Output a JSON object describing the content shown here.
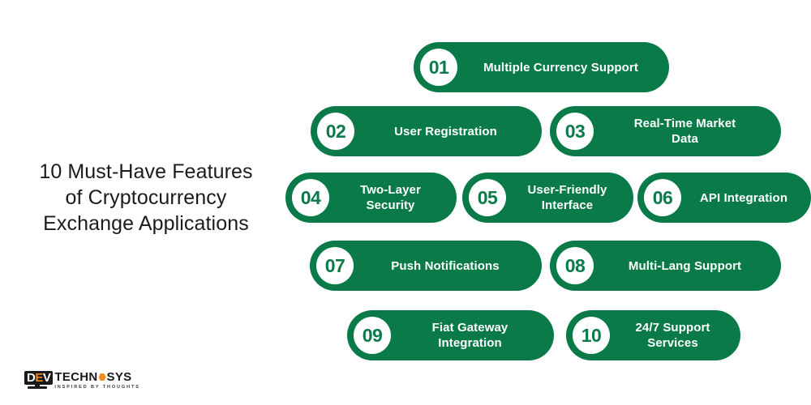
{
  "page": {
    "background_color": "#ffffff",
    "accent_color": "#0a7a48",
    "title_color": "#1b1b1b"
  },
  "title": {
    "line1": "10 Must-Have Features",
    "line2": "of Cryptocurrency",
    "line3": "Exchange Applications"
  },
  "features": [
    {
      "number": "01",
      "label_line1": "Multiple Currency Support",
      "label_line2": ""
    },
    {
      "number": "02",
      "label_line1": "User Registration",
      "label_line2": ""
    },
    {
      "number": "03",
      "label_line1": "Real-Time Market",
      "label_line2": "Data"
    },
    {
      "number": "04",
      "label_line1": "Two-Layer",
      "label_line2": "Security"
    },
    {
      "number": "05",
      "label_line1": "User-Friendly",
      "label_line2": "Interface"
    },
    {
      "number": "06",
      "label_line1": "API Integration",
      "label_line2": ""
    },
    {
      "number": "07",
      "label_line1": "Push Notifications",
      "label_line2": ""
    },
    {
      "number": "08",
      "label_line1": "Multi-Lang Support",
      "label_line2": ""
    },
    {
      "number": "09",
      "label_line1": "Fiat Gateway",
      "label_line2": "Integration"
    },
    {
      "number": "10",
      "label_line1": "24/7 Support",
      "label_line2": "Services"
    }
  ],
  "logo": {
    "badge_text_1": "D",
    "badge_text_2": "E",
    "badge_text_3": "V",
    "word_part1": "TECHN",
    "word_part2": "SYS",
    "tagline": "INSPIRED BY THOUGHTS",
    "badge_color": "#1a1a1a",
    "accent_color": "#f08a1c"
  }
}
